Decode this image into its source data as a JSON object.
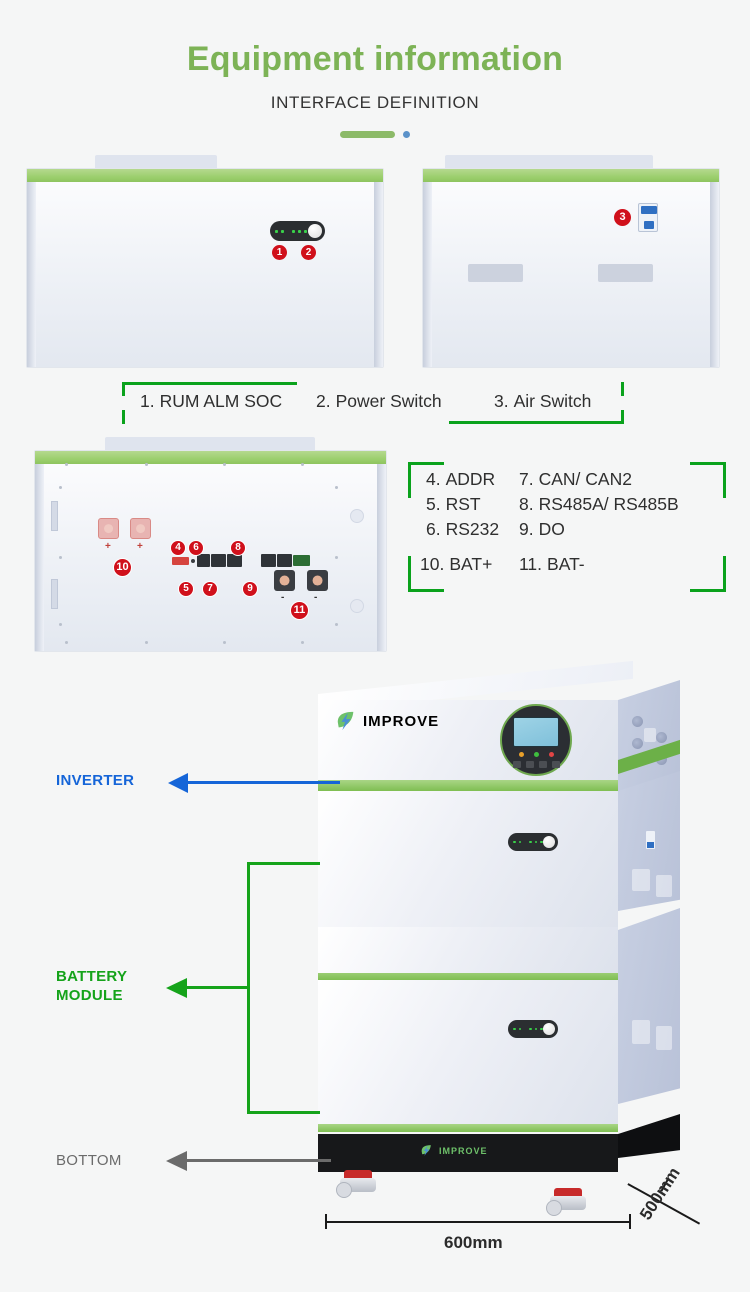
{
  "header": {
    "title": "Equipment information",
    "subtitle": "INTERFACE DEFINITION",
    "title_color": "#7db356",
    "divider_bar_color": "#8cba68",
    "divider_dot_color": "#5b92c9"
  },
  "interface_labels": {
    "group1": [
      {
        "num": "1.",
        "text": "RUM ALM SOC"
      },
      {
        "num": "2.",
        "text": "Power Switch"
      },
      {
        "num": "3.",
        "text": "Air Switch"
      }
    ],
    "group2": [
      {
        "num": "4.",
        "text": "ADDR"
      },
      {
        "num": "7.",
        "text": "CAN/ CAN2"
      },
      {
        "num": "5.",
        "text": "RST"
      },
      {
        "num": "8.",
        "text": "RS485A/ RS485B"
      },
      {
        "num": "6.",
        "text": "RS232"
      },
      {
        "num": "9.",
        "text": "DO"
      },
      {
        "num": "10.",
        "text": "BAT+"
      },
      {
        "num": "11.",
        "text": "BAT-"
      }
    ],
    "bracket_color": "#0aa21c"
  },
  "markers": {
    "front": [
      "1",
      "2"
    ],
    "side": [
      "3"
    ],
    "rear_top": [
      "4",
      "6",
      "8"
    ],
    "rear_bottom": [
      "5",
      "7",
      "9"
    ],
    "rear_batplus": "10",
    "rear_batminus": "11"
  },
  "rear_panel": {
    "plus_sign": "+",
    "minus_sign": "-"
  },
  "callouts": [
    {
      "label": "INVERTER",
      "color": "#1565d8"
    },
    {
      "label": "BATTERY MODULE",
      "line1": "BATTERY",
      "line2": "MODULE",
      "color": "#15a31a"
    },
    {
      "label": "BOTTOM",
      "color": "#6b6b6b"
    }
  ],
  "brand": {
    "name": "IMPROVE",
    "color": "#5fb04f",
    "bolt_color": "#4a8fd4"
  },
  "dimensions": {
    "width": "600mm",
    "depth": "500mm"
  },
  "display": {
    "led_colors": [
      "#e8a02a",
      "#3fbf3f",
      "#e14545"
    ]
  }
}
